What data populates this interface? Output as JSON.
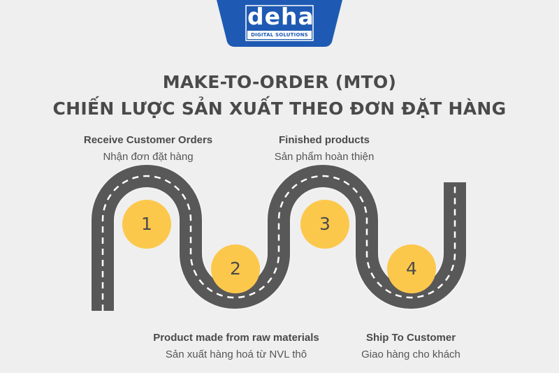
{
  "logo": {
    "wordmark": "deha",
    "tagline": "DIGITAL SOLUTIONS",
    "brand_color": "#1e5ab3"
  },
  "title": {
    "line1": "MAKE-TO-ORDER (MTO)",
    "line2": "CHIẾN LƯỢC SẢN XUẤT THEO ĐƠN ĐẶT HÀNG"
  },
  "colors": {
    "background": "#efefef",
    "road": "#585858",
    "road_edge": "#f2f2f2",
    "lane_marking": "#ffffff",
    "badge": "#fcc84c",
    "text": "#4a4a4a"
  },
  "steps": [
    {
      "number": "1",
      "label_en": "Receive Customer Orders",
      "label_vi": "Nhận đơn đặt hàng"
    },
    {
      "number": "2",
      "label_en": "Product made from raw materials",
      "label_vi": "Sản xuất hàng hoá từ NVL thô"
    },
    {
      "number": "3",
      "label_en": "Finished products",
      "label_vi": "Sản phẩm hoàn thiện"
    },
    {
      "number": "4",
      "label_en": "Ship To Customer",
      "label_vi": "Giao hàng cho khách"
    }
  ]
}
